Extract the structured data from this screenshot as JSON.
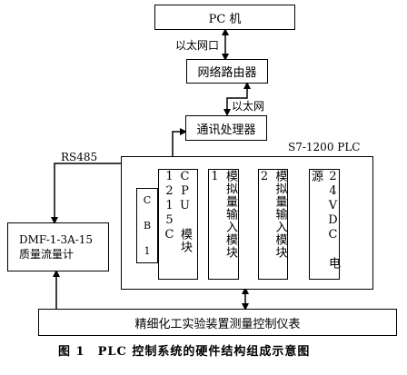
{
  "nodes": {
    "pc": "PC 机",
    "router": "网络路由器",
    "comm": "通讯处理器",
    "plc_title": "S7-1200 PLC",
    "cb": "C B 1",
    "cpu": "CPU 模块 1215C",
    "analog1": "模拟量输入模块 1",
    "analog2": "模拟量输入模块 2",
    "power": "24VDC 电源",
    "flowmeter_line1": "DMF-1-3A-15",
    "flowmeter_line2": "质量流量计",
    "instrument": "精细化工实验装置测量控制仪表"
  },
  "edges": {
    "pc_router": "以太网口",
    "router_comm": "以太网",
    "rs485": "RS485"
  },
  "caption": "图 1　PLC 控制系统的硬件结构组成示意图"
}
